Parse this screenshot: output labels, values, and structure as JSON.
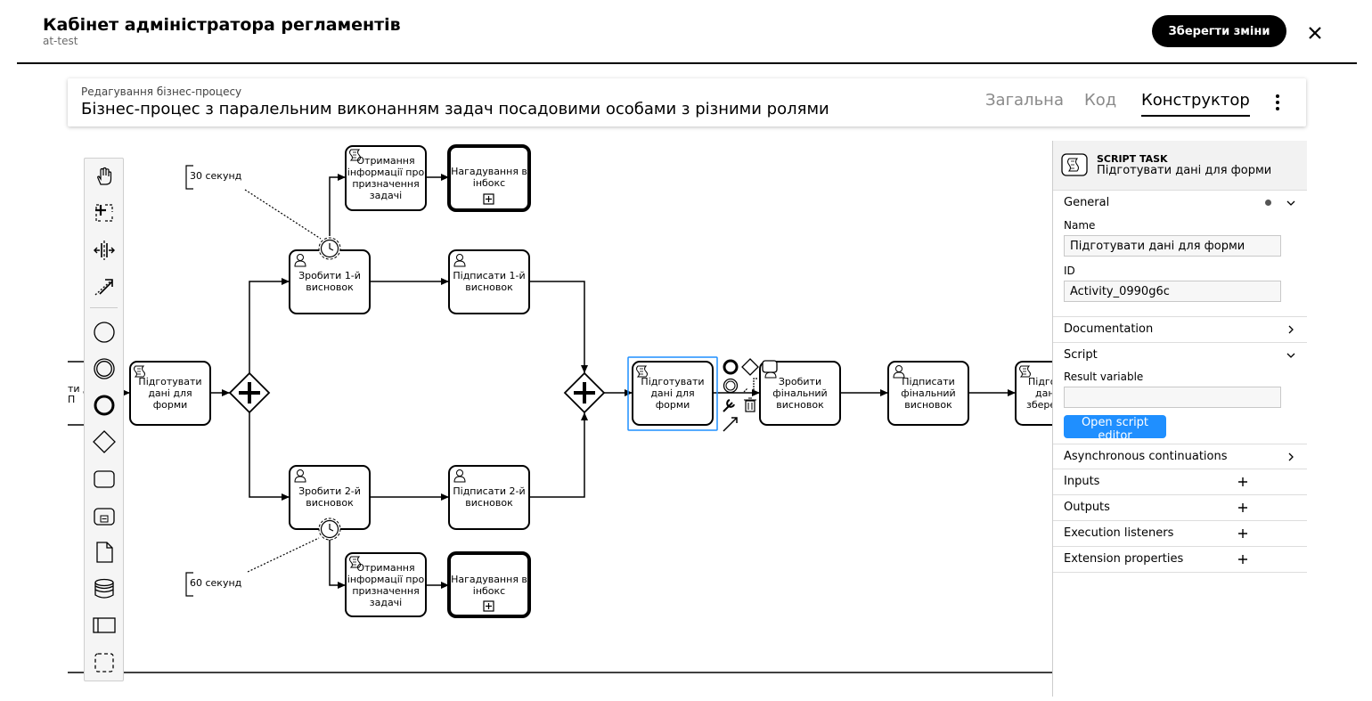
{
  "app": {
    "title": "Кабінет адміністратора регламентів",
    "subtitle": "at-test",
    "save_label": "Зберегти зміни"
  },
  "process": {
    "crumb": "Редагування бізнес-процесу",
    "title": "Бізнес-процес з паралельним виконанням задач посадовими особами з різними ролями",
    "tabs": [
      {
        "label": "Загальна"
      },
      {
        "label": "Код"
      },
      {
        "label": "Конструктор"
      }
    ]
  },
  "palette": [
    "hand-tool",
    "lasso-tool",
    "space-tool",
    "connect-tool",
    "start-event",
    "intermediate-event",
    "end-event",
    "gateway",
    "task",
    "subprocess",
    "data-object",
    "data-store",
    "pool",
    "group"
  ],
  "diagram": {
    "timer1": "30 секунд",
    "timer2": "60 секунд",
    "partial_left_1": "ти д",
    "partial_left_2": "П",
    "task_prepare1": [
      "Підготувати",
      "дані для",
      "форми"
    ],
    "task_do1": [
      "Зробити 1-й",
      "висновок"
    ],
    "task_sign1": [
      "Підписати 1-й",
      "висновок"
    ],
    "task_do2": [
      "Зробити 2-й",
      "висновок"
    ],
    "task_sign2": [
      "Підписати 2-й",
      "висновок"
    ],
    "task_info1": [
      "Отримання",
      "інформації про",
      "призначення",
      "задачі"
    ],
    "task_info2": [
      "Отримання",
      "інформації про",
      "призначення",
      "задачі"
    ],
    "sub_remind1": [
      "Нагадування в",
      "інбокс"
    ],
    "sub_remind2": [
      "Нагадування в",
      "інбокс"
    ],
    "task_prepare2": [
      "Підготувати",
      "дані для",
      "форми"
    ],
    "task_final_do": [
      "Зробити",
      "фінальний",
      "висновок"
    ],
    "task_final_sign": [
      "Підписати",
      "фінальний",
      "висновок"
    ],
    "task_partial": [
      "Підго",
      "дан",
      "збере"
    ]
  },
  "panel": {
    "type": "SCRIPT TASK",
    "name": "Підготувати дані для форми",
    "general": "General",
    "name_label": "Name",
    "name_value": "Підготувати дані для форми",
    "id_label": "ID",
    "id_value": "Activity_0990g6c",
    "documentation": "Documentation",
    "script": "Script",
    "result_label": "Result variable",
    "result_value": "",
    "open_editor": "Open script editor",
    "async": "Asynchronous continuations",
    "inputs": "Inputs",
    "outputs": "Outputs",
    "exec_listeners": "Execution listeners",
    "ext_props": "Extension properties"
  },
  "colors": {
    "selection": "#1f8fff",
    "button": "#1f8fff",
    "ink": "#000000"
  }
}
